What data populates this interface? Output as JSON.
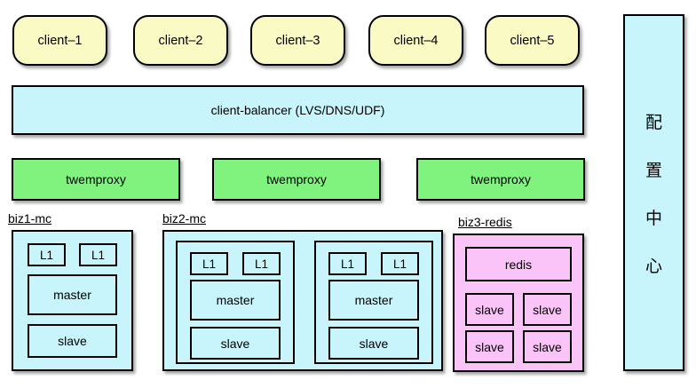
{
  "colors": {
    "client_fill": "#FAFAC5",
    "cyan_fill": "#C8F5FB",
    "green_fill": "#80F37F",
    "pink_fill": "#FBC4F8",
    "border": "#000000"
  },
  "clients": [
    {
      "label": "client–1"
    },
    {
      "label": "client–2"
    },
    {
      "label": "client–3"
    },
    {
      "label": "client–4"
    },
    {
      "label": "client–5"
    }
  ],
  "balancer": {
    "label": "client-balancer (LVS/DNS/UDF)"
  },
  "proxies": [
    {
      "label": "twemproxy"
    },
    {
      "label": "twemproxy"
    },
    {
      "label": "twemproxy"
    }
  ],
  "groups": {
    "biz1": {
      "name": "biz1-mc",
      "shards": [
        {
          "l1": [
            "L1",
            "L1"
          ],
          "master": "master",
          "slave": "slave"
        }
      ]
    },
    "biz2": {
      "name": "biz2-mc",
      "shards": [
        {
          "l1": [
            "L1",
            "L1"
          ],
          "master": "master",
          "slave": "slave"
        },
        {
          "l1": [
            "L1",
            "L1"
          ],
          "master": "master",
          "slave": "slave"
        }
      ]
    },
    "biz3": {
      "name": "biz3-redis",
      "master": "redis",
      "slaves": [
        "slave",
        "slave",
        "slave",
        "slave"
      ]
    }
  },
  "config_center": {
    "chars": [
      "配",
      "置",
      "中",
      "心"
    ]
  }
}
